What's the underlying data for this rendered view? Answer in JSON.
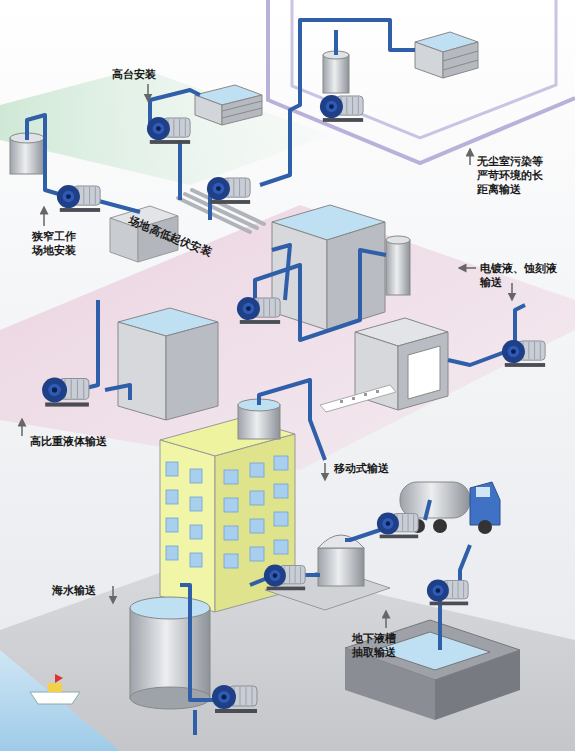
{
  "diagram": {
    "labels": [
      "高台安装",
      "狭窄工作 场地安装",
      "场地高低起伏安装",
      "无尘室污染等 严苛环境的长 距离输送",
      "电镀液、蚀刻液 输送",
      "高比重液体输送",
      "移动式输送",
      "海水输送",
      "地下液槽 抽取输送"
    ]
  }
}
